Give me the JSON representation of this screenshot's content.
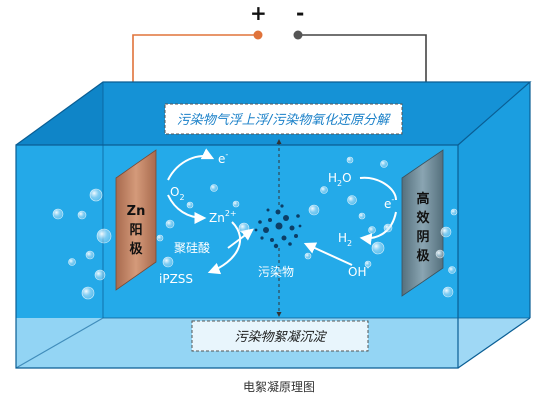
{
  "polarity": {
    "plus": "+",
    "minus": "-"
  },
  "top_box": "污染物气浮上浮/污染物氧化还原分解",
  "bottom_box": "污染物絮凝沉淀",
  "anode": {
    "line1": "Zn",
    "line2": "阳",
    "line3": "极"
  },
  "cathode": {
    "line1": "高",
    "line2": "效",
    "line3": "阴",
    "line4": "极"
  },
  "labels": {
    "e_left": "e",
    "e_left_sup": "-",
    "o2": "O",
    "o2_sub": "2",
    "zn2": "Zn",
    "zn2_sup": "2+",
    "polysilicic": "聚硅酸",
    "ipzss": "iPZSS",
    "pollutant": "污染物",
    "h2o": "H",
    "h2o_sub": "2",
    "h2o_tail": "O",
    "e_right": "e",
    "e_right_sup": "-",
    "h2": "H",
    "h2_sub": "2",
    "oh": "OH",
    "oh_sup": "-"
  },
  "caption": "电絮凝原理图",
  "colors": {
    "water": "#1ea6e6",
    "wall": "#1592d6",
    "anode_wire": "#e0733a",
    "cathode_wire": "#444444",
    "anode_plate": "#c58a6b",
    "cathode_plate": "#6f8a97"
  }
}
